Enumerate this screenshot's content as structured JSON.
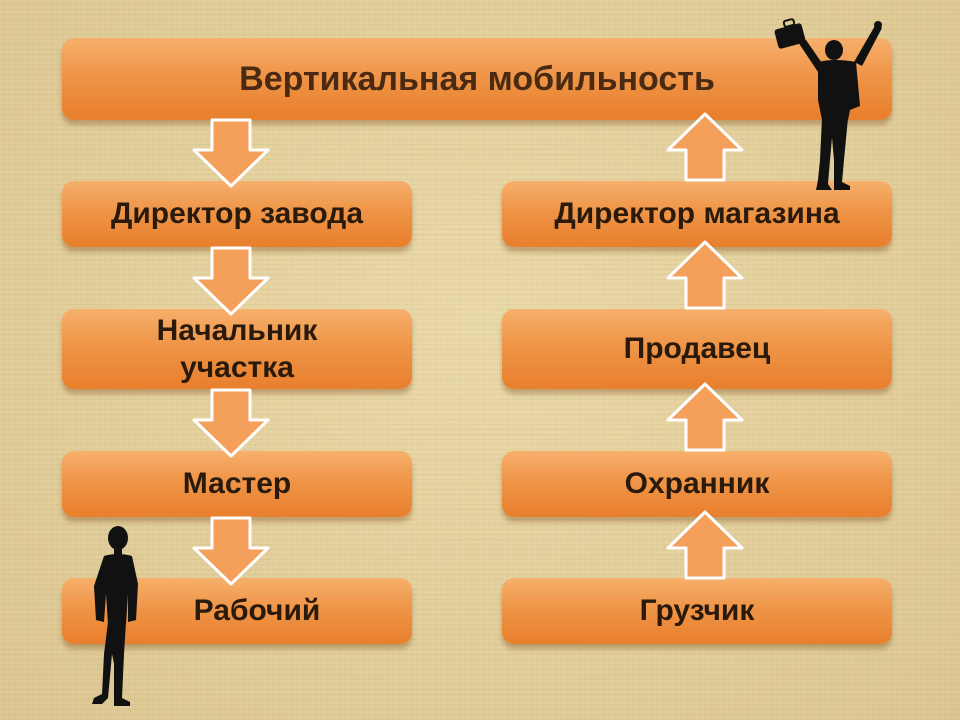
{
  "title": "Вертикальная мобильность",
  "left_column": [
    {
      "label": "Директор завода"
    },
    {
      "label": "Начальник\nучастка"
    },
    {
      "label": "Мастер"
    },
    {
      "label": "Рабочий"
    }
  ],
  "right_column": [
    {
      "label": "Директор магазина"
    },
    {
      "label": "Продавец"
    },
    {
      "label": "Охранник"
    },
    {
      "label": "Грузчик"
    }
  ],
  "left_arrow_direction": "down",
  "right_arrow_direction": "up",
  "colors": {
    "box_fill": "#ef9548",
    "box_text": "#2a1a0c",
    "arrow_fill": "#f4a05a",
    "arrow_stroke": "#ffffff",
    "background": "#e2cf9c",
    "silhouette": "#111111"
  },
  "icons": [
    "falling-man-silhouette",
    "celebrating-man-silhouette"
  ]
}
